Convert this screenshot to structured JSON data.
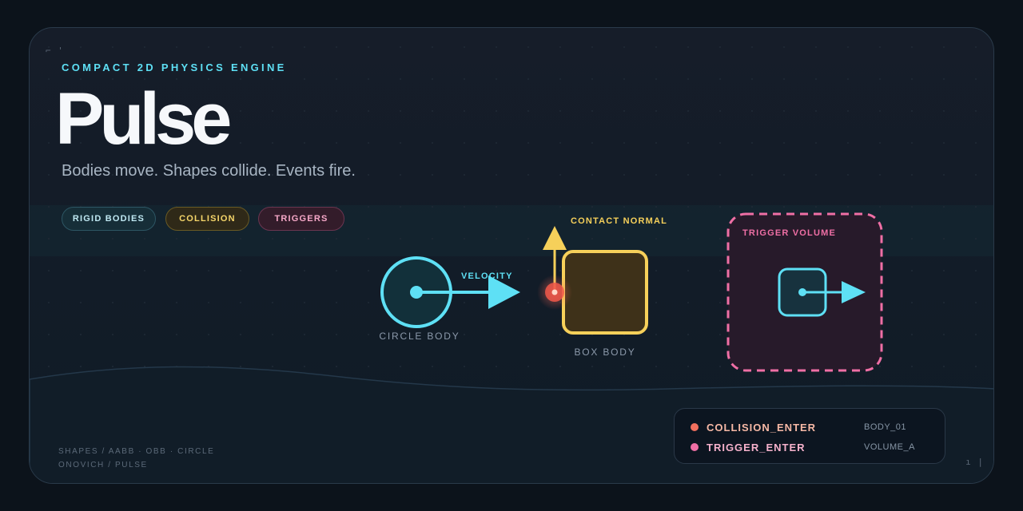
{
  "header": {
    "eyebrow": "COMPACT 2D PHYSICS ENGINE",
    "title": "Pulse",
    "subtitle": "Bodies move. Shapes collide. Events fire."
  },
  "pills": [
    {
      "label": "RIGID BODIES"
    },
    {
      "label": "COLLISION"
    },
    {
      "label": "TRIGGERS"
    }
  ],
  "diagram": {
    "circle_label": "CIRCLE BODY",
    "velocity_label": "VELOCITY",
    "box_label": "BOX BODY",
    "contact_label": "CONTACT NORMAL",
    "trigger_label": "TRIGGER VOLUME"
  },
  "events": [
    {
      "name": "COLLISION_ENTER",
      "target": "BODY_01",
      "color": "#f2705e"
    },
    {
      "name": "TRIGGER_ENTER",
      "target": "VOLUME_A",
      "color": "#ef6fa5"
    }
  ],
  "footer": {
    "line1": "SHAPES / AABB · OBB · CIRCLE",
    "line2": "ONOVICH / PULSE"
  },
  "colors": {
    "cyan": "#5ee0f5",
    "yellow": "#f6d05a",
    "pink": "#ef6fa5",
    "red": "#f2705e"
  }
}
